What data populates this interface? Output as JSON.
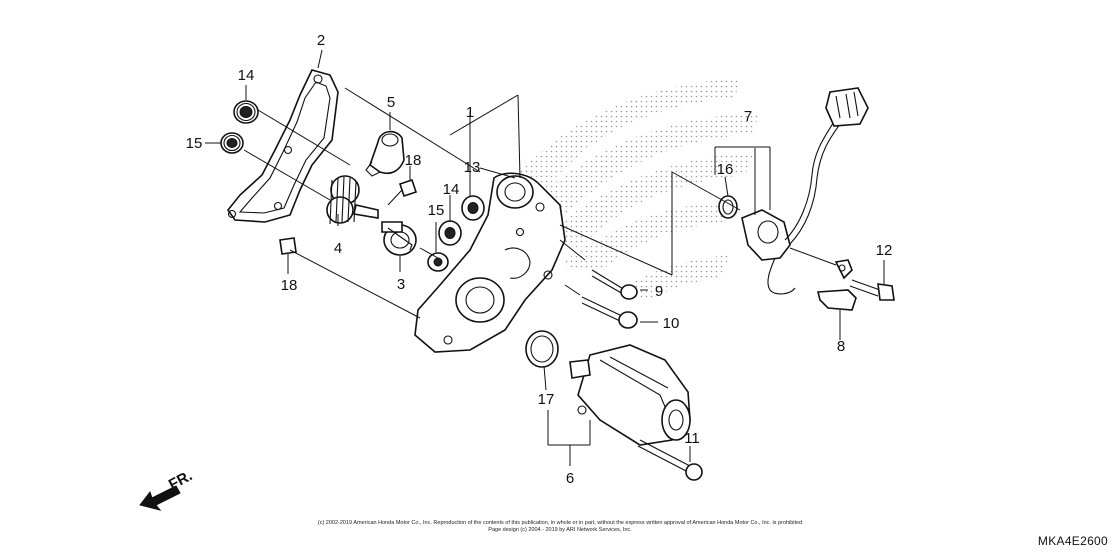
{
  "diagram": {
    "callouts": {
      "c1": "1",
      "c2": "2",
      "c3": "3",
      "c4": "4",
      "c5": "5",
      "c6": "6",
      "c7": "7",
      "c8": "8",
      "c9": "9",
      "c10": "10",
      "c11": "11",
      "c12": "12",
      "c13": "13",
      "c14a": "14",
      "c14b": "14",
      "c15a": "15",
      "c15b": "15",
      "c16": "16",
      "c17": "17",
      "c18a": "18",
      "c18b": "18"
    },
    "direction_label": "FR.",
    "copyright_line1": "(c) 2002-2019 American Honda Motor Co., Inc. Reproduction of the contents of this publication, in whole or in part, without the express written approval of American Honda Motor Co., Inc. is prohibited",
    "copyright_line2": "Page design (c) 2004 - 2019 by ARI Network Services, Inc.",
    "diagram_code": "MKA4E2600"
  },
  "colors": {
    "line": "#111111",
    "halftone": "#999999",
    "background": "#ffffff"
  }
}
